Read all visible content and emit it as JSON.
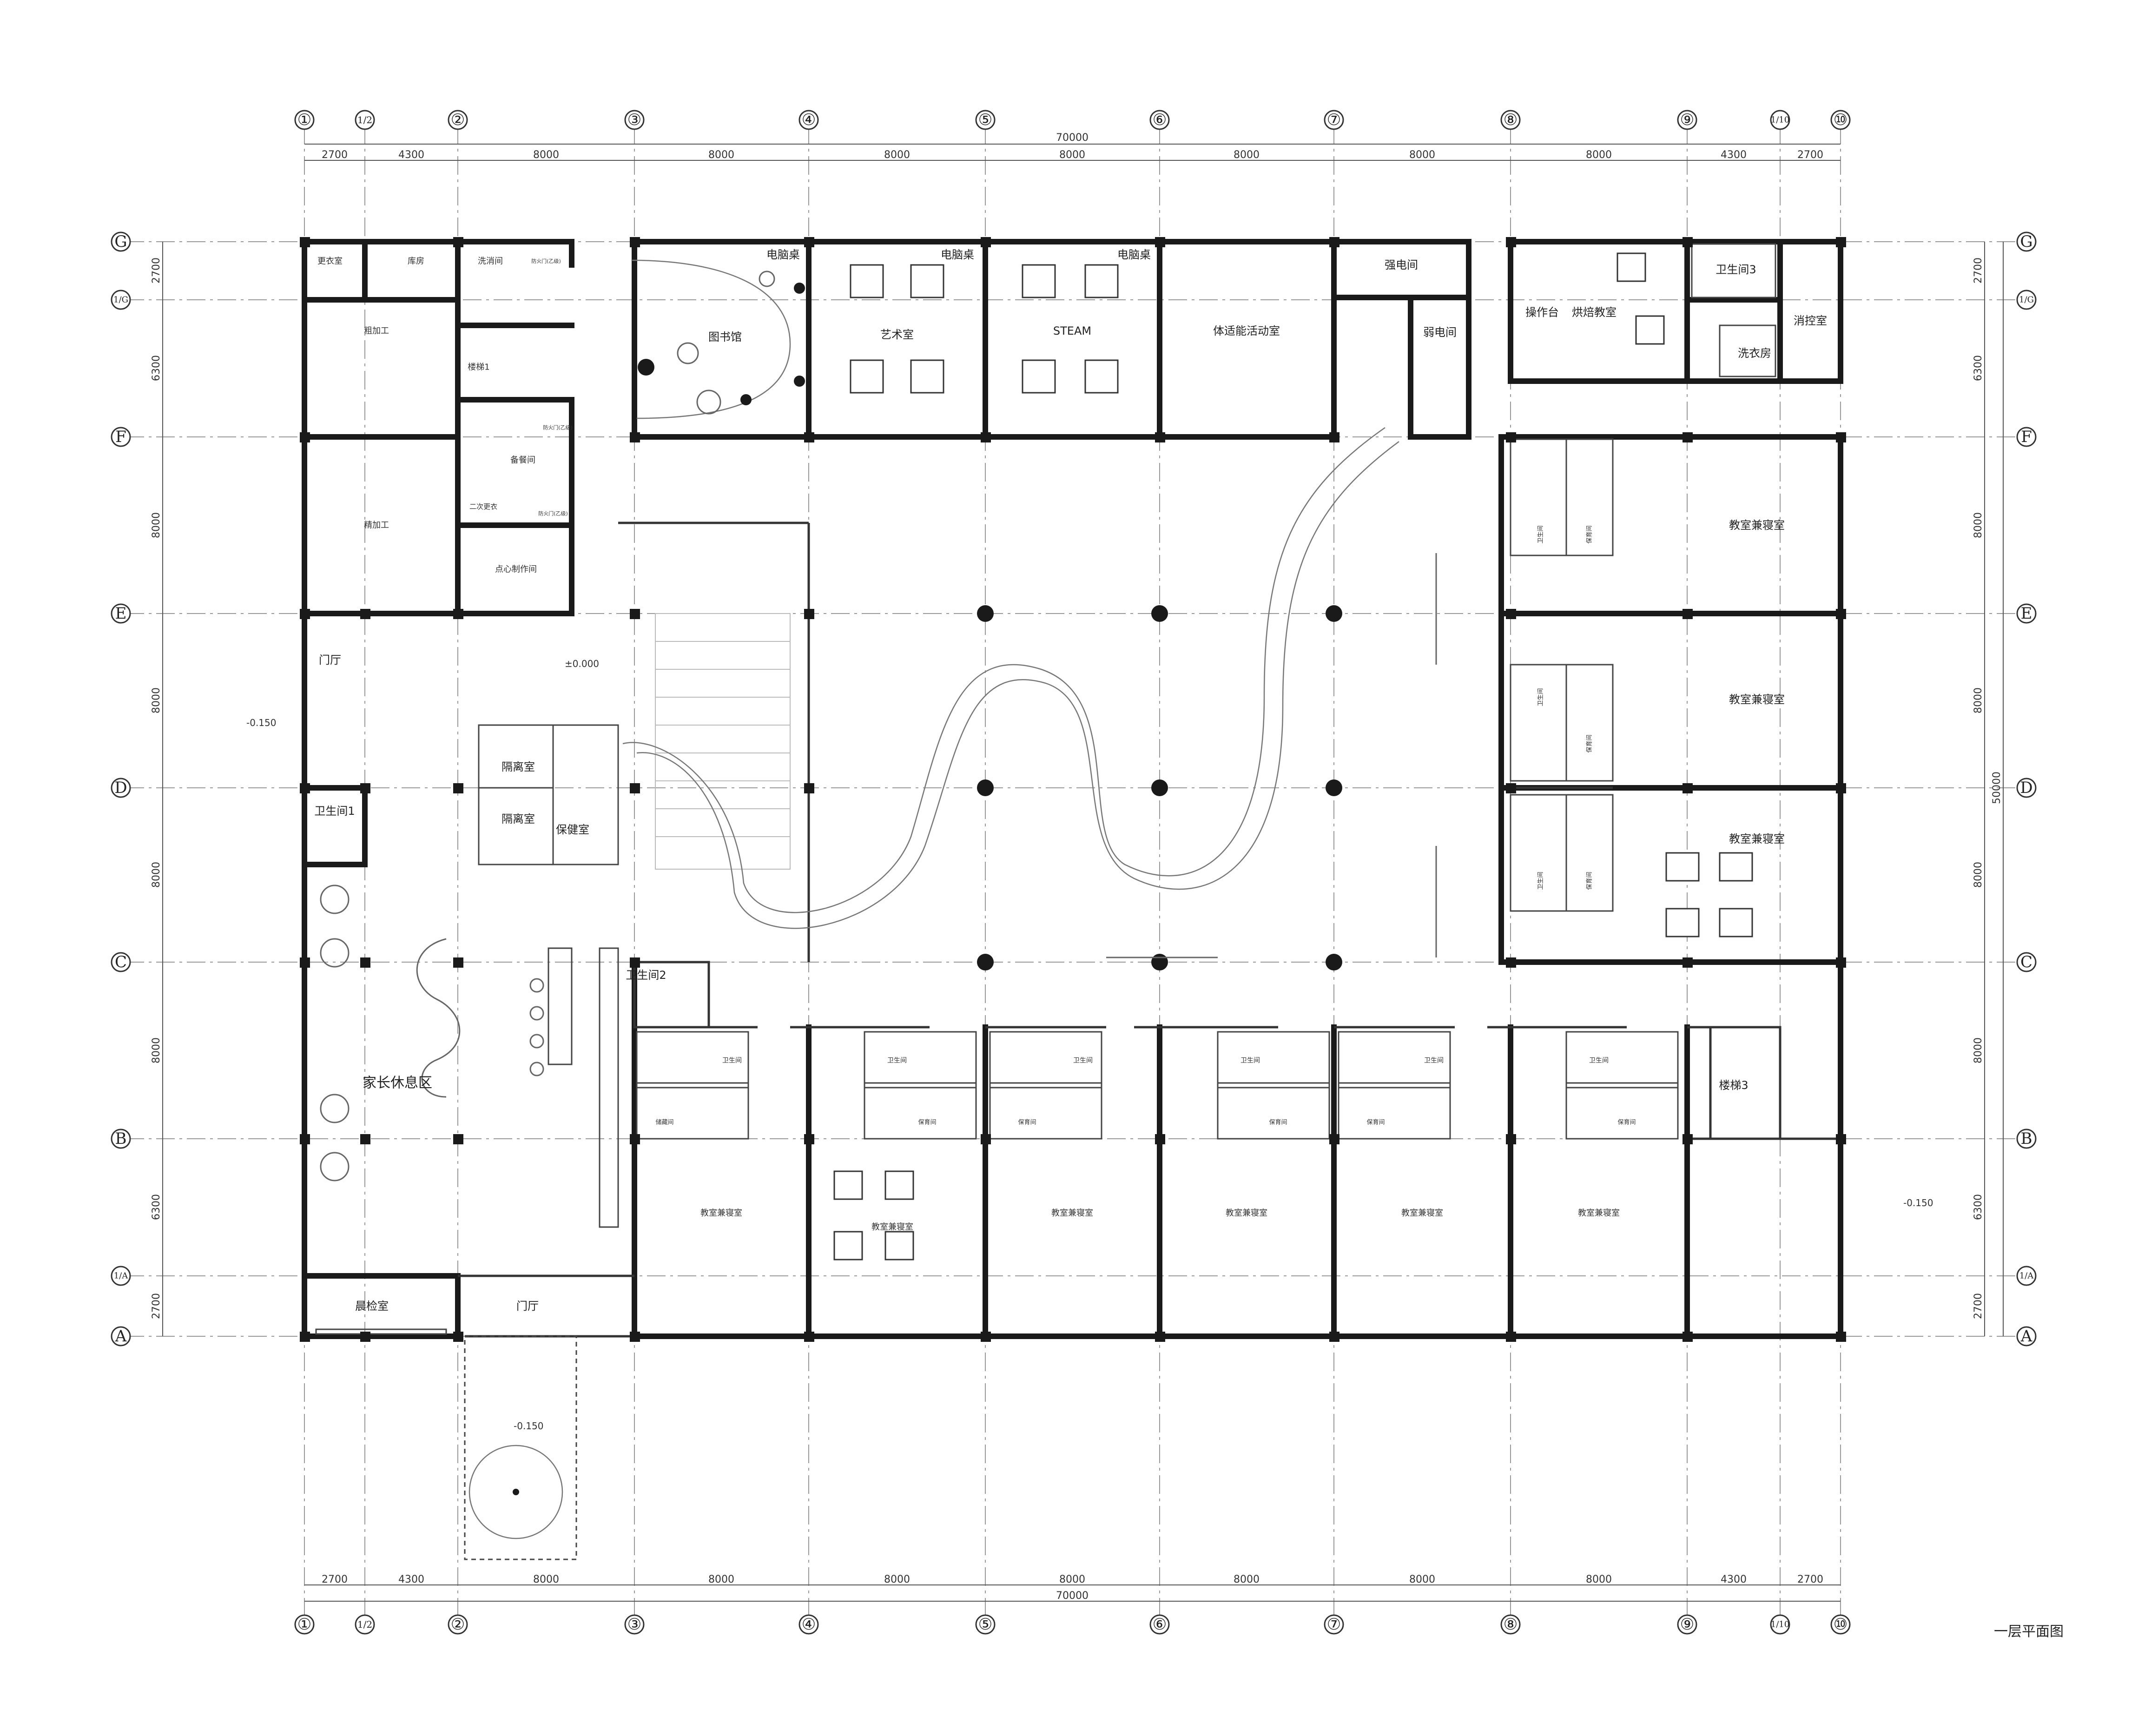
{
  "drawing_title": "一层平面图",
  "axes": {
    "columns": [
      "①",
      "1/2",
      "②",
      "③",
      "④",
      "⑤",
      "⑥",
      "⑦",
      "⑧",
      "⑨",
      "1/10",
      "⑩"
    ],
    "rows": [
      "G",
      "1/G",
      "F",
      "E",
      "D",
      "C",
      "B",
      "1/A",
      "A"
    ]
  },
  "dimensions": {
    "top_total": "70000",
    "bottom_total": "70000",
    "top_segments": [
      "2700",
      "4300",
      "8000",
      "8000",
      "8000",
      "8000",
      "8000",
      "8000",
      "8000",
      "4300",
      "2700"
    ],
    "bottom_segments": [
      "2700",
      "4300",
      "8000",
      "8000",
      "8000",
      "8000",
      "8000",
      "8000",
      "8000",
      "4300",
      "2700"
    ],
    "left_segments": [
      "2700",
      "6300",
      "8000",
      "8000",
      "8000",
      "8000",
      "6300",
      "2700"
    ],
    "right_segments": [
      "2700",
      "6300",
      "8000",
      "8000",
      "8000",
      "8000",
      "6300",
      "2700"
    ],
    "right_total": "50000"
  },
  "levels": {
    "hall": "±0.000",
    "west": "-0.150",
    "east": "-0.150",
    "south": "-0.150"
  },
  "rooms": {
    "changing": "更衣室",
    "storage": "库房",
    "washing": "洗消间",
    "rough_process": "粗加工",
    "stair1": "楼梯1",
    "prep": "备餐间",
    "fine_process": "精加工",
    "changing2": "二次更衣",
    "pastry": "点心制作间",
    "library": "图书馆",
    "computer1": "电脑桌",
    "computer2": "电脑桌",
    "computer3": "电脑桌",
    "art": "艺术室",
    "steam": "STEAM",
    "fitness": "体适能活动室",
    "strong_elec": "强电间",
    "weak_elec": "弱电间",
    "operation": "操作台",
    "baking": "烘焙教室",
    "wc3": "卫生间3",
    "laundry": "洗衣房",
    "fire_control": "消控室",
    "entry_hall_w": "门厅",
    "wc1": "卫生间1",
    "isolation1": "隔离室",
    "isolation2": "隔离室",
    "health": "保健室",
    "parent_lounge": "家长休息区",
    "wc2": "卫生间2",
    "morning_check": "晨检室",
    "entry_hall_s": "门厅",
    "stair3": "楼梯3",
    "classroom": "教室兼寝室",
    "toilet": "卫生间",
    "nursery": "保育间",
    "storage_small": "储藏间"
  },
  "door_notes": {
    "washing_note": "防火门(乙级)",
    "prep_note": "防火门(乙级)",
    "prep_note2": "防火门(乙级)"
  }
}
